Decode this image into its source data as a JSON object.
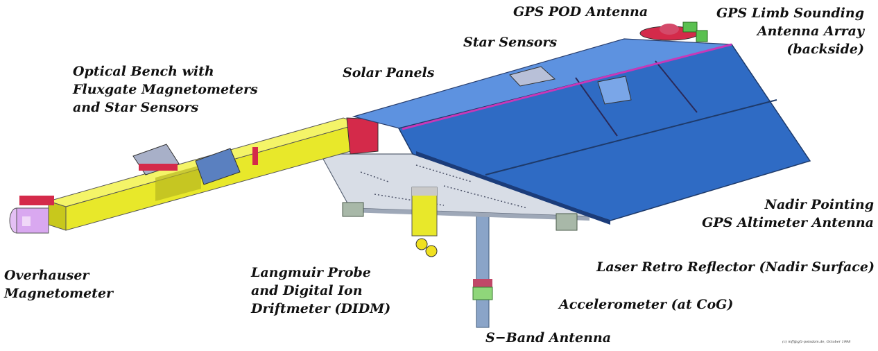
{
  "labels": {
    "gps_pod": "GPS POD Antenna",
    "gps_limb": "GPS Limb Sounding\nAntenna Array\n(backside)",
    "star_sensors": "Star Sensors",
    "solar_panels": "Solar Panels",
    "optical_bench": "Optical Bench with\nFluxgate Magnetometers\nand Star Sensors",
    "nadir_gps": "Nadir Pointing\nGPS Altimeter Antenna",
    "laser_retro": "Laser Retro Reflector (Nadir Surface)",
    "accelerometer": "Accelerometer (at CoG)",
    "overhauser": "Overhauser\nMagnetometer",
    "langmuir": "Langmuir Probe\nand Digital Ion\nDriftmeter (DIDM)",
    "sband": "S−Band Antenna"
  },
  "copyright": "(c) mff@gfz-potsdam.de, October 1998",
  "colors": {
    "solar_panel": "#2f6bc4",
    "solar_panel_light": "#5d92e0",
    "boom": "#e8e82a",
    "body_grey": "#d8dde6",
    "frame_red": "#d42a4a",
    "frame_magenta": "#c838b8",
    "magnetometer_lilac": "#d9a8f0",
    "sband_mast": "#8aa4c8",
    "module_green": "#8fd67a"
  }
}
